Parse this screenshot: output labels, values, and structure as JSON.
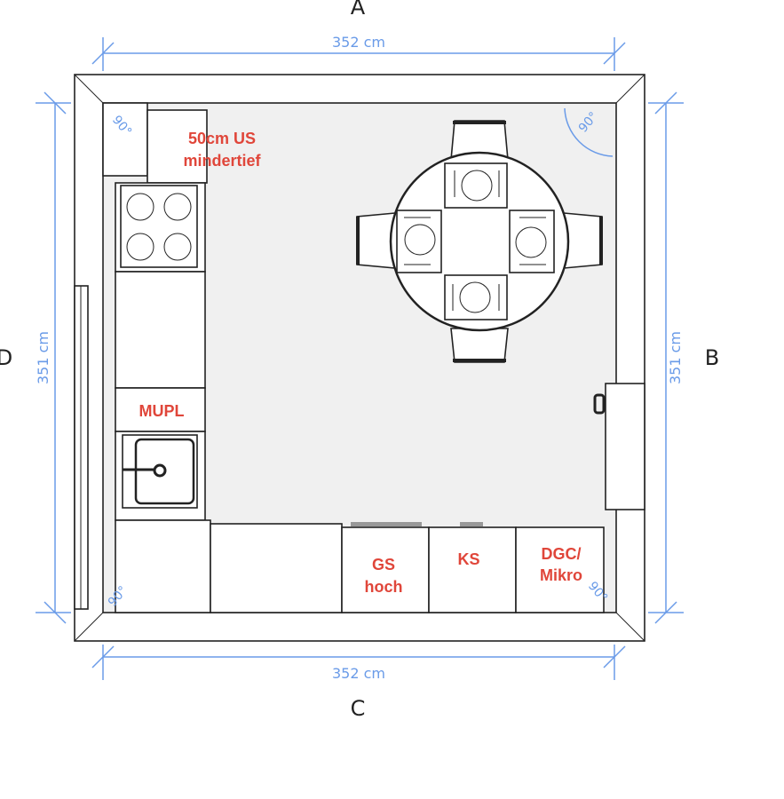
{
  "sides": {
    "top": "A",
    "right": "B",
    "bottom": "C",
    "left": "D"
  },
  "dimensions": {
    "top": "352 cm",
    "bottom": "352 cm",
    "left": "351 cm",
    "right": "351 cm"
  },
  "angles": [
    "90°",
    "90°",
    "90°",
    "90°"
  ],
  "cabinets": {
    "base_unit": "50cm US",
    "base_unit_2": "mindertief",
    "mupl": "MUPL",
    "gs_1": "GS",
    "gs_2": "hoch",
    "ks": "KS",
    "dgc_1": "DGC/",
    "dgc_2": "Mikro"
  },
  "colors": {
    "label": "#e0463a",
    "dimension": "#6a9be8",
    "floor": "#f0f0f0"
  }
}
